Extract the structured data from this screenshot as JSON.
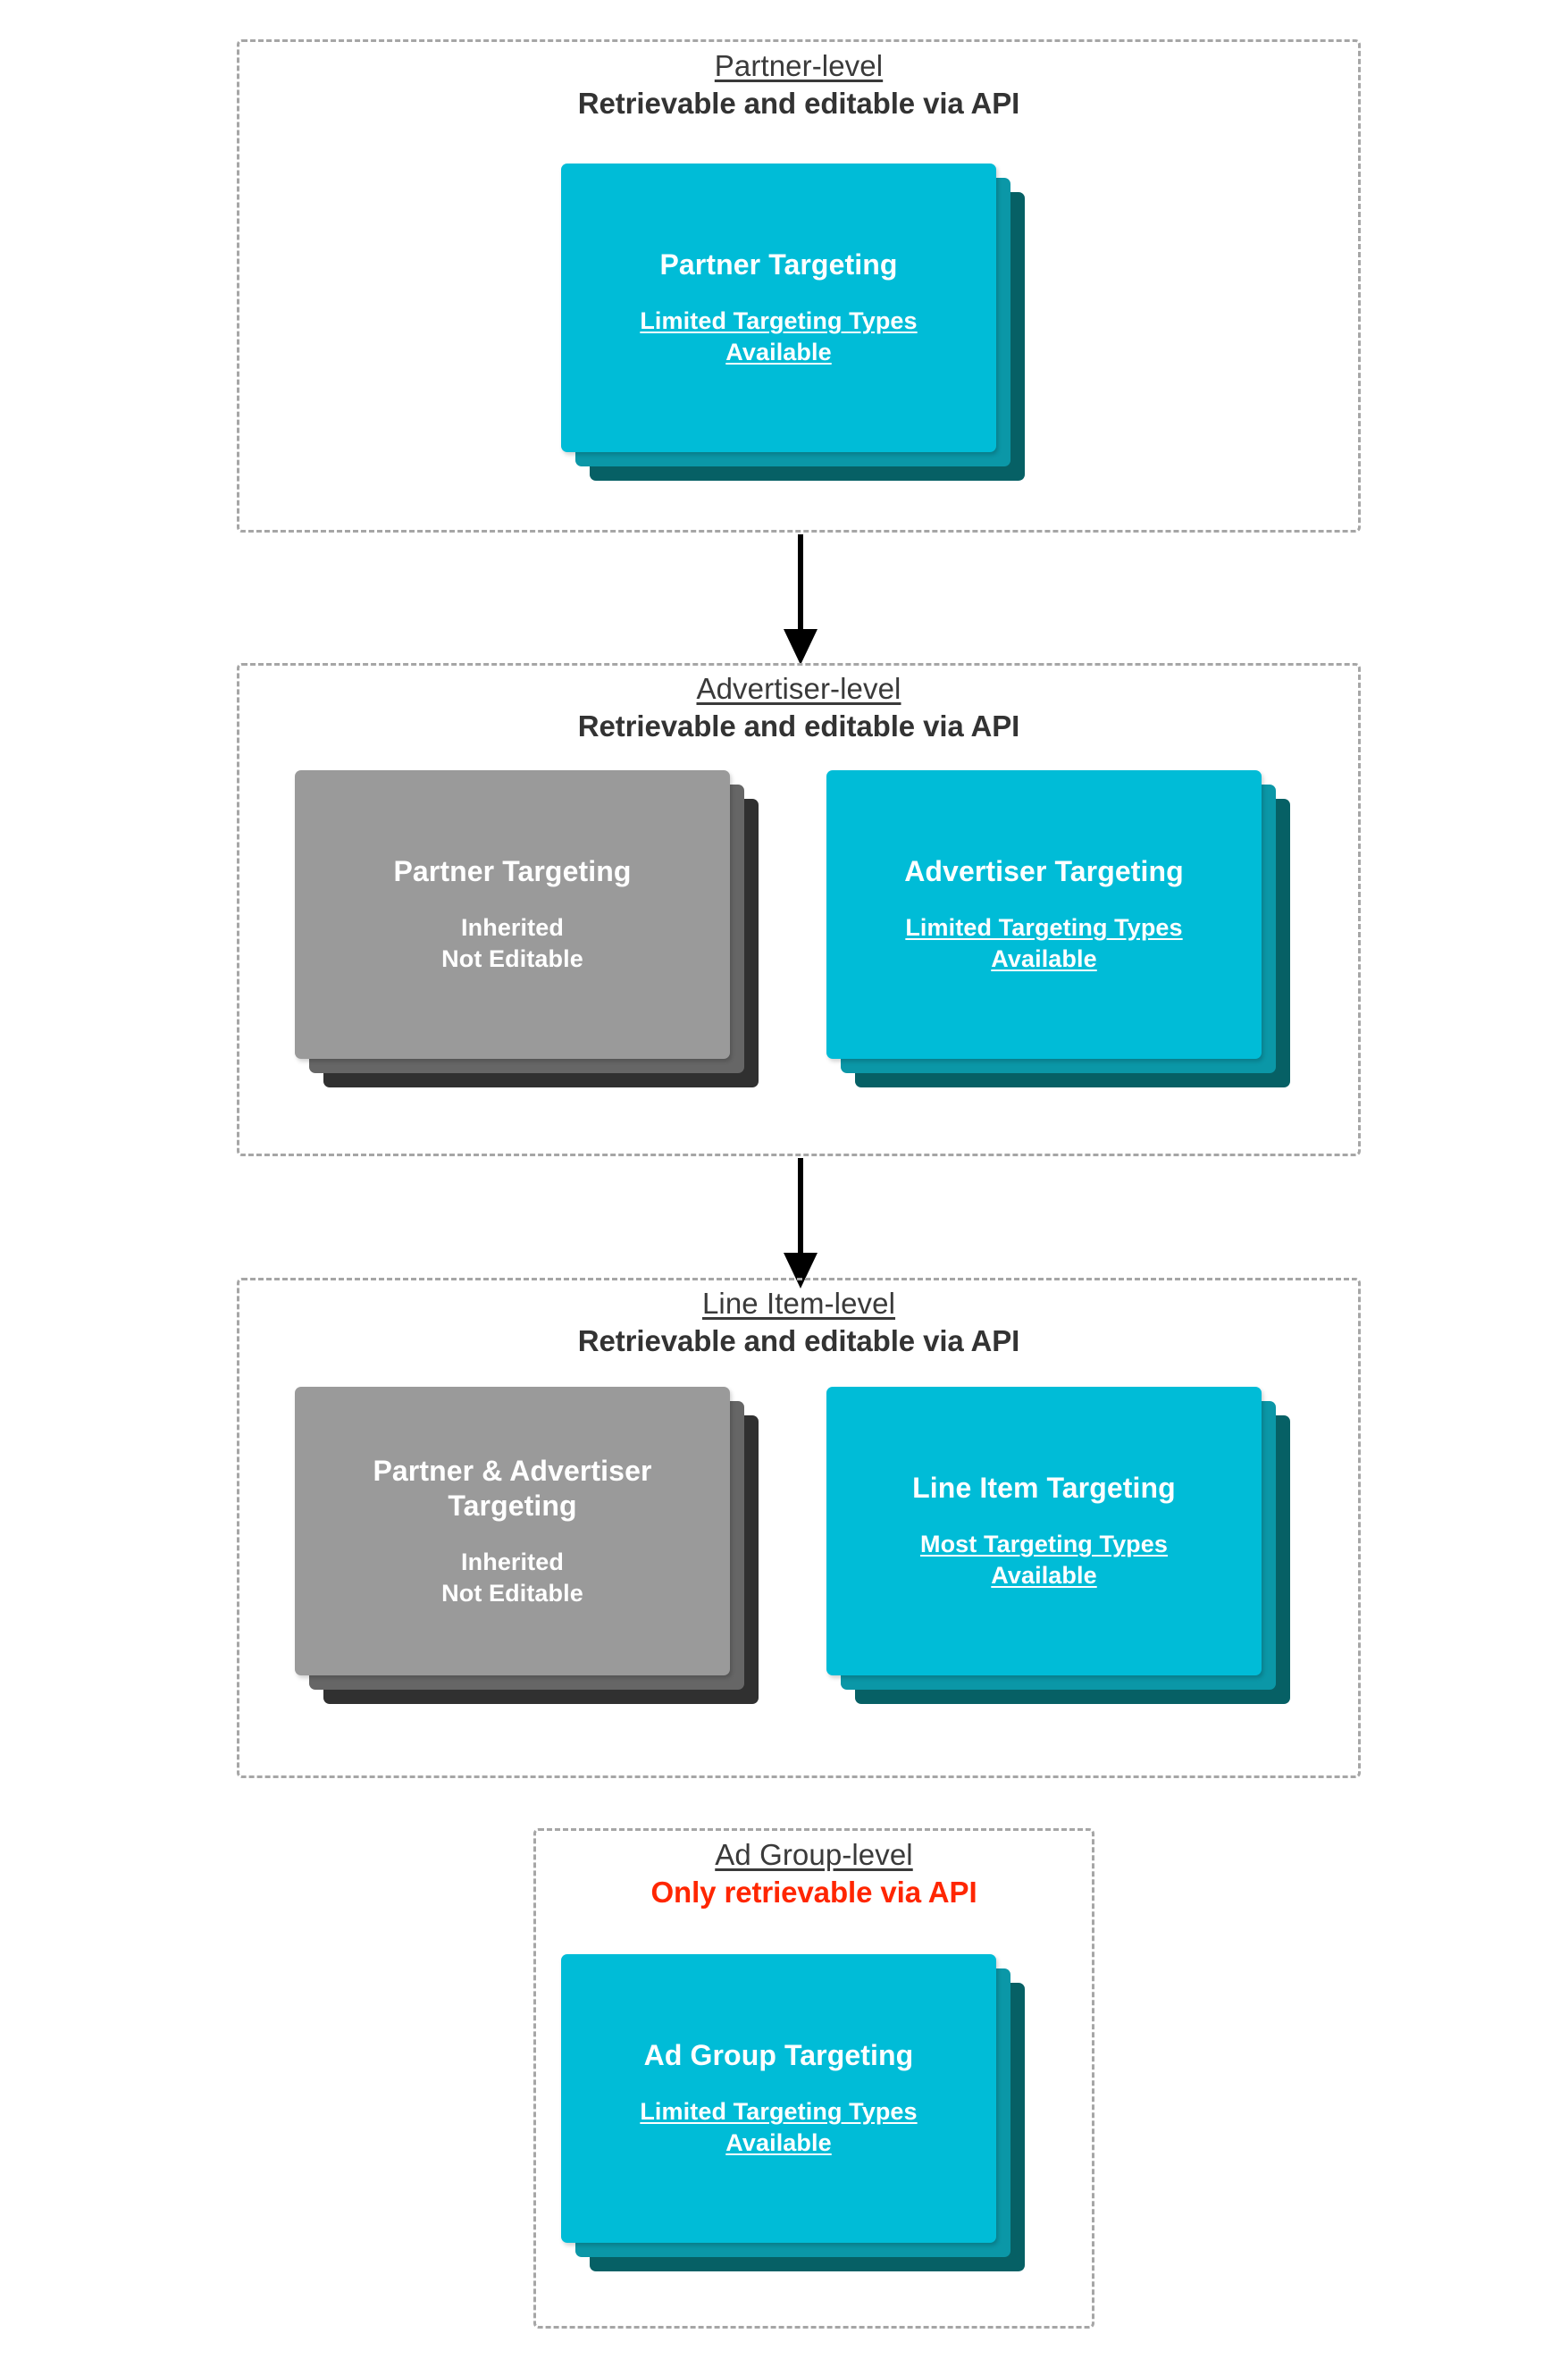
{
  "diagram": {
    "title_semantic": "DV360 targeting inheritance hierarchy",
    "colors": {
      "card_front_cyan": "#00bcd7",
      "card_mid_cyan": "#0b97a7",
      "card_back_cyan": "#066065",
      "card_front_gray": "#9a9a9a",
      "card_mid_gray": "#666666",
      "card_back_gray": "#303030",
      "dashed_border": "#a6a6a6",
      "heading_text": "#3a3a3a",
      "alert_text": "#ff2600",
      "card_text": "#ffffff",
      "arrow": "#000000"
    }
  },
  "levels": [
    {
      "id": "partner",
      "name": "Partner-level",
      "access": "Retrievable and editable via API",
      "access_alert": false,
      "cards": [
        {
          "id": "partner-targeting",
          "title": "Partner Targeting",
          "sub_line1": "Limited Targeting Types",
          "sub_line2": "Available",
          "sub_underlined": true,
          "color": "cyan"
        }
      ]
    },
    {
      "id": "advertiser",
      "name": "Advertiser-level",
      "access": "Retrievable and editable via API",
      "access_alert": false,
      "cards": [
        {
          "id": "inherited-partner-targeting",
          "title": "Partner Targeting",
          "sub_line1": "Inherited",
          "sub_line2": "Not Editable",
          "sub_underlined": false,
          "color": "gray"
        },
        {
          "id": "advertiser-targeting",
          "title": "Advertiser Targeting",
          "sub_line1": "Limited Targeting Types",
          "sub_line2": "Available",
          "sub_underlined": true,
          "color": "cyan"
        }
      ]
    },
    {
      "id": "line-item",
      "name": "Line Item-level",
      "access": "Retrievable and editable via API",
      "access_alert": false,
      "cards": [
        {
          "id": "inherited-partner-advertiser-targeting",
          "title": "Partner & Advertiser Targeting",
          "sub_line1": "Inherited",
          "sub_line2": "Not Editable",
          "sub_underlined": false,
          "color": "gray"
        },
        {
          "id": "line-item-targeting",
          "title": "Line Item Targeting",
          "sub_line1": "Most Targeting Types",
          "sub_line2": "Available",
          "sub_underlined": true,
          "color": "cyan"
        }
      ]
    },
    {
      "id": "ad-group",
      "name": "Ad Group-level",
      "access": "Only retrievable via API",
      "access_alert": true,
      "cards": [
        {
          "id": "ad-group-targeting",
          "title": "Ad Group Targeting",
          "sub_line1": "Limited Targeting Types",
          "sub_line2": "Available",
          "sub_underlined": true,
          "color": "cyan"
        }
      ]
    }
  ],
  "connectors": [
    {
      "id": "partner-to-advertiser",
      "from": "partner",
      "to": "advertiser"
    },
    {
      "id": "advertiser-to-line-item",
      "from": "advertiser",
      "to": "line-item"
    }
  ]
}
